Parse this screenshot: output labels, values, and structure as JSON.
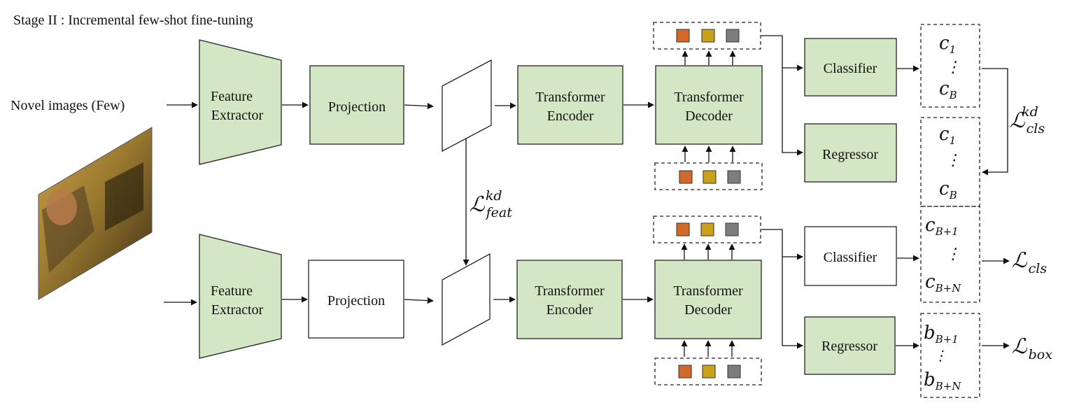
{
  "title": "Stage II : Incremental few-shot fine-tuning",
  "input_label": "Novel images (Few)",
  "colors": {
    "trainable": "#d4e7c5",
    "frozen": "#ffffff",
    "query_1": "#d2692a",
    "query_2": "#c9a21c",
    "query_3": "#7d7d7d"
  },
  "labels": {
    "feature_extractor_line1": "Feature",
    "feature_extractor_line2": "Extractor",
    "projection": "Projection",
    "transformer_encoder_line1": "Transformer",
    "transformer_encoder_line2": "Encoder",
    "transformer_decoder_line1": "Transformer",
    "transformer_decoder_line2": "Decoder",
    "classifier": "Classifier",
    "regressor": "Regressor"
  },
  "outputs": {
    "teacher_cls_top": [
      "c",
      "1",
      "⋮",
      "c",
      "B"
    ],
    "student_base": [
      "c",
      "1",
      "⋮",
      "c",
      "B"
    ],
    "student_novel": [
      "c",
      "B+1",
      "⋮",
      "c",
      "B+N"
    ],
    "student_box": [
      "b",
      "B+1",
      "⋮",
      "b",
      "B+N"
    ]
  },
  "losses": {
    "symbol": "ℒ",
    "feat_sub": "feat",
    "feat_sup": "kd",
    "cls_kd_sub": "cls",
    "cls_kd_sup": "kd",
    "cls_sub": "cls",
    "box_sub": "box"
  }
}
